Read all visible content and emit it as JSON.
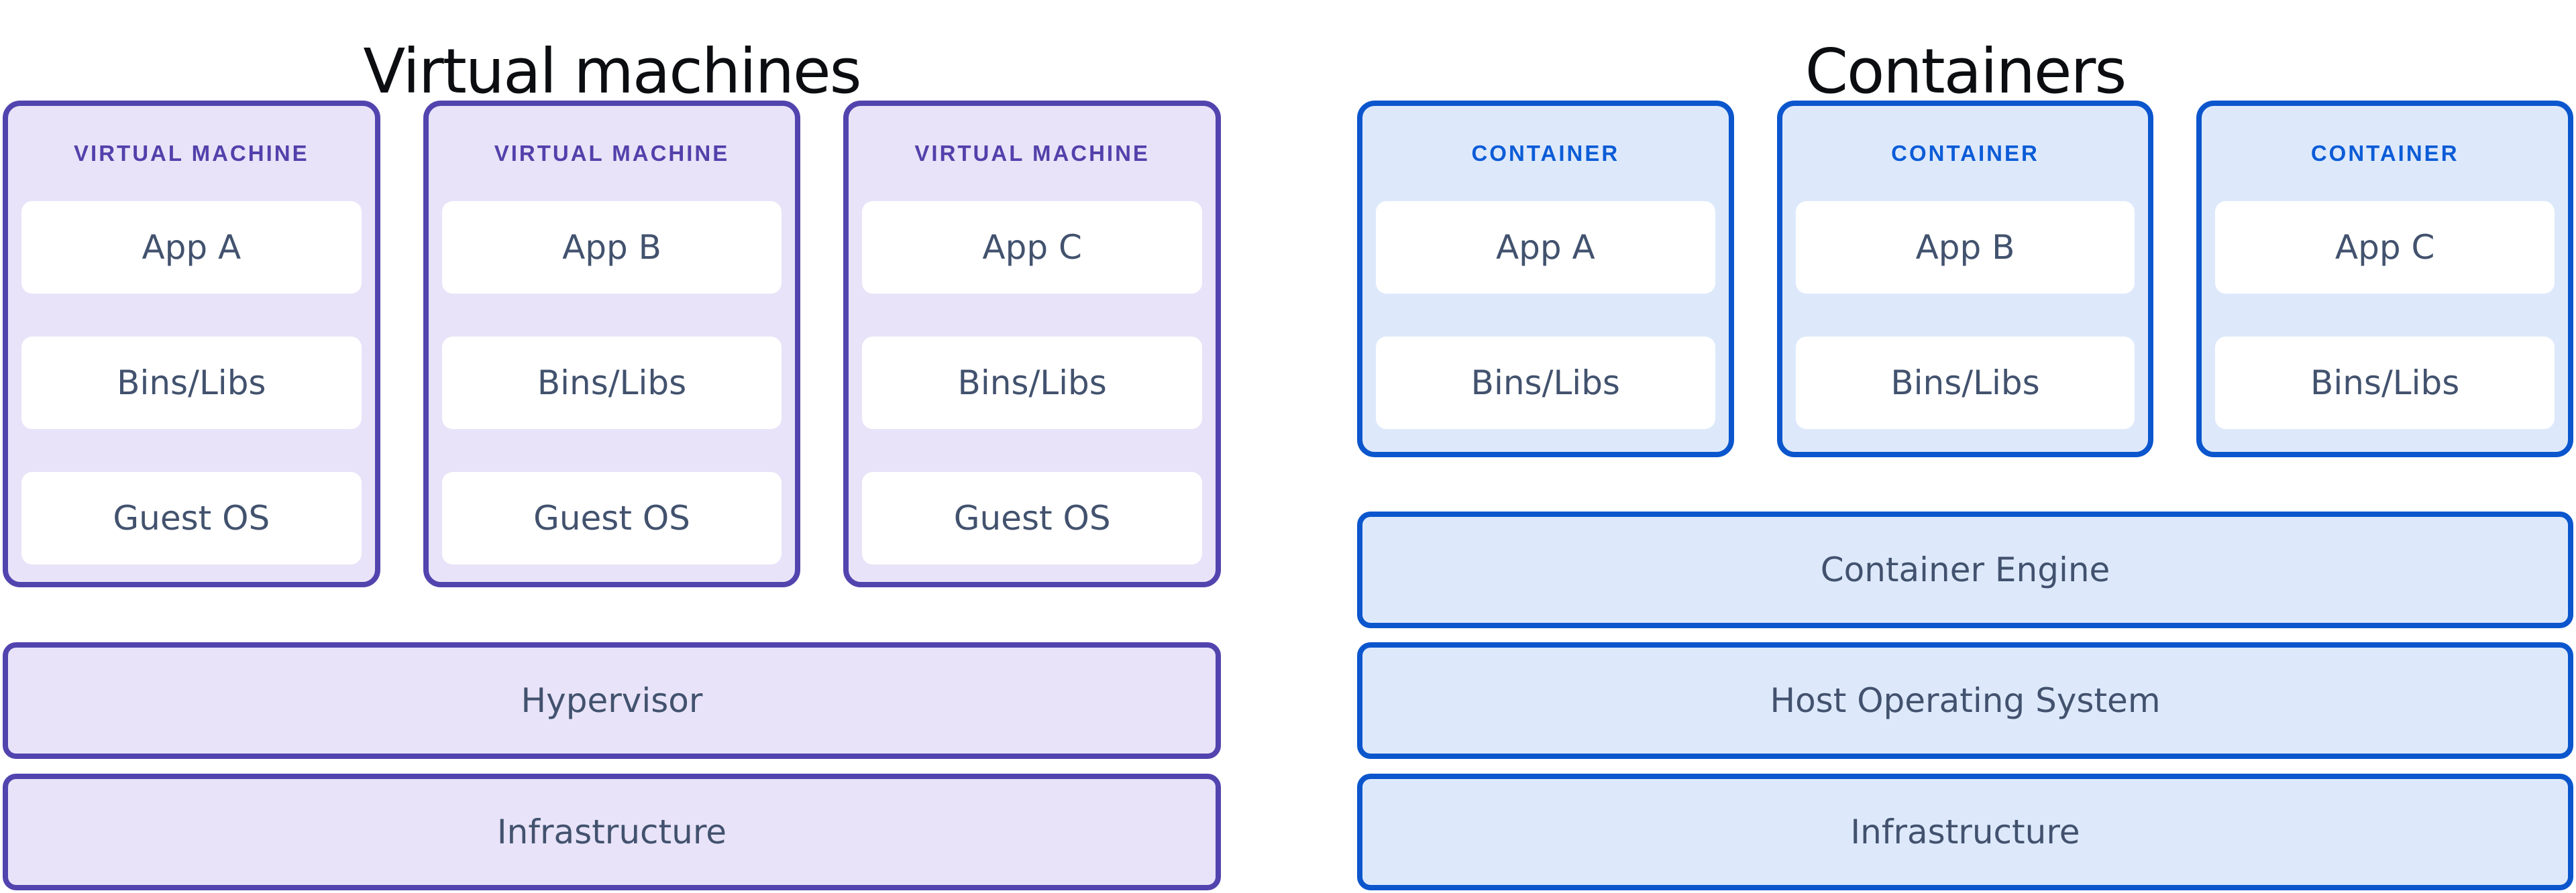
{
  "colors": {
    "page_bg": "#FFFFFF",
    "title_text": "#0B0D10",
    "purple_border": "#5244AE",
    "purple_fill": "#E8E3F8",
    "purple_label": "#5241AB",
    "blue_border": "#0B56CD",
    "blue_fill": "#DDE9FB",
    "blue_label": "#0C5CD7",
    "item_text": "#42526E",
    "item_bg": "#FFFFFF"
  },
  "vm_section": {
    "title": "Virtual machines",
    "cards": [
      {
        "header": "VIRTUAL MACHINE",
        "items": [
          "App A",
          "Bins/Libs",
          "Guest OS"
        ]
      },
      {
        "header": "VIRTUAL MACHINE",
        "items": [
          "App B",
          "Bins/Libs",
          "Guest OS"
        ]
      },
      {
        "header": "VIRTUAL MACHINE",
        "items": [
          "App C",
          "Bins/Libs",
          "Guest OS"
        ]
      }
    ],
    "bars": [
      "Hypervisor",
      "Infrastructure"
    ]
  },
  "container_section": {
    "title": "Containers",
    "cards": [
      {
        "header": "CONTAINER",
        "items": [
          "App A",
          "Bins/Libs"
        ]
      },
      {
        "header": "CONTAINER",
        "items": [
          "App B",
          "Bins/Libs"
        ]
      },
      {
        "header": "CONTAINER",
        "items": [
          "App C",
          "Bins/Libs"
        ]
      }
    ],
    "bars": [
      "Container Engine",
      "Host Operating System",
      "Infrastructure"
    ]
  }
}
